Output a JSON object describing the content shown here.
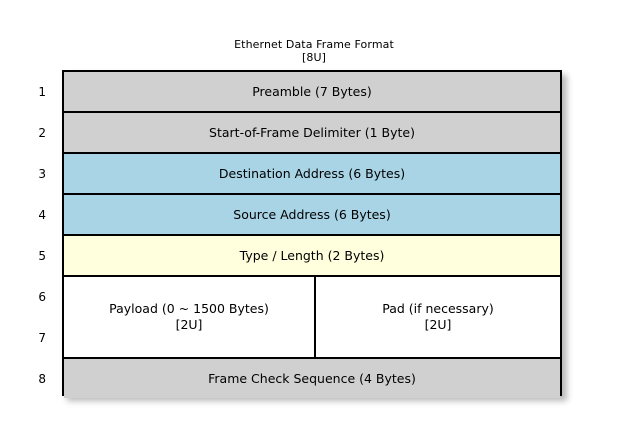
{
  "title": {
    "main": "Ethernet Data Frame Format",
    "sub": "[8U]"
  },
  "colors": {
    "background": "#ffffff",
    "gray": "#d0d0d0",
    "blue": "#a8d4e6",
    "yellow": "#ffffdd",
    "white": "#ffffff",
    "border": "#000000",
    "text": "#000000"
  },
  "row_numbers": [
    "1",
    "2",
    "3",
    "4",
    "5",
    "6",
    "7",
    "8"
  ],
  "rows": [
    {
      "number": "1",
      "label": "Preamble (7 Bytes)",
      "fill": "#d0d0d0"
    },
    {
      "number": "2",
      "label": "Start-of-Frame Delimiter (1 Byte)",
      "fill": "#d0d0d0"
    },
    {
      "number": "3",
      "label": "Destination Address (6 Bytes)",
      "fill": "#a8d4e6"
    },
    {
      "number": "4",
      "label": "Source Address (6 Bytes)",
      "fill": "#a8d4e6"
    },
    {
      "number": "5",
      "label": "Type / Length (2 Bytes)",
      "fill": "#ffffdd"
    }
  ],
  "split_region": {
    "numbers": [
      "6",
      "7"
    ],
    "fill": "#ffffff",
    "payload": {
      "line1": "Payload (0 ~ 1500 Bytes)",
      "line2": "[2U]"
    },
    "pad": {
      "line1": "Pad (if necessary)",
      "line2": "[2U]"
    }
  },
  "footer_row": {
    "number": "8",
    "label": "Frame Check Sequence (4 Bytes)",
    "fill": "#d0d0d0"
  }
}
